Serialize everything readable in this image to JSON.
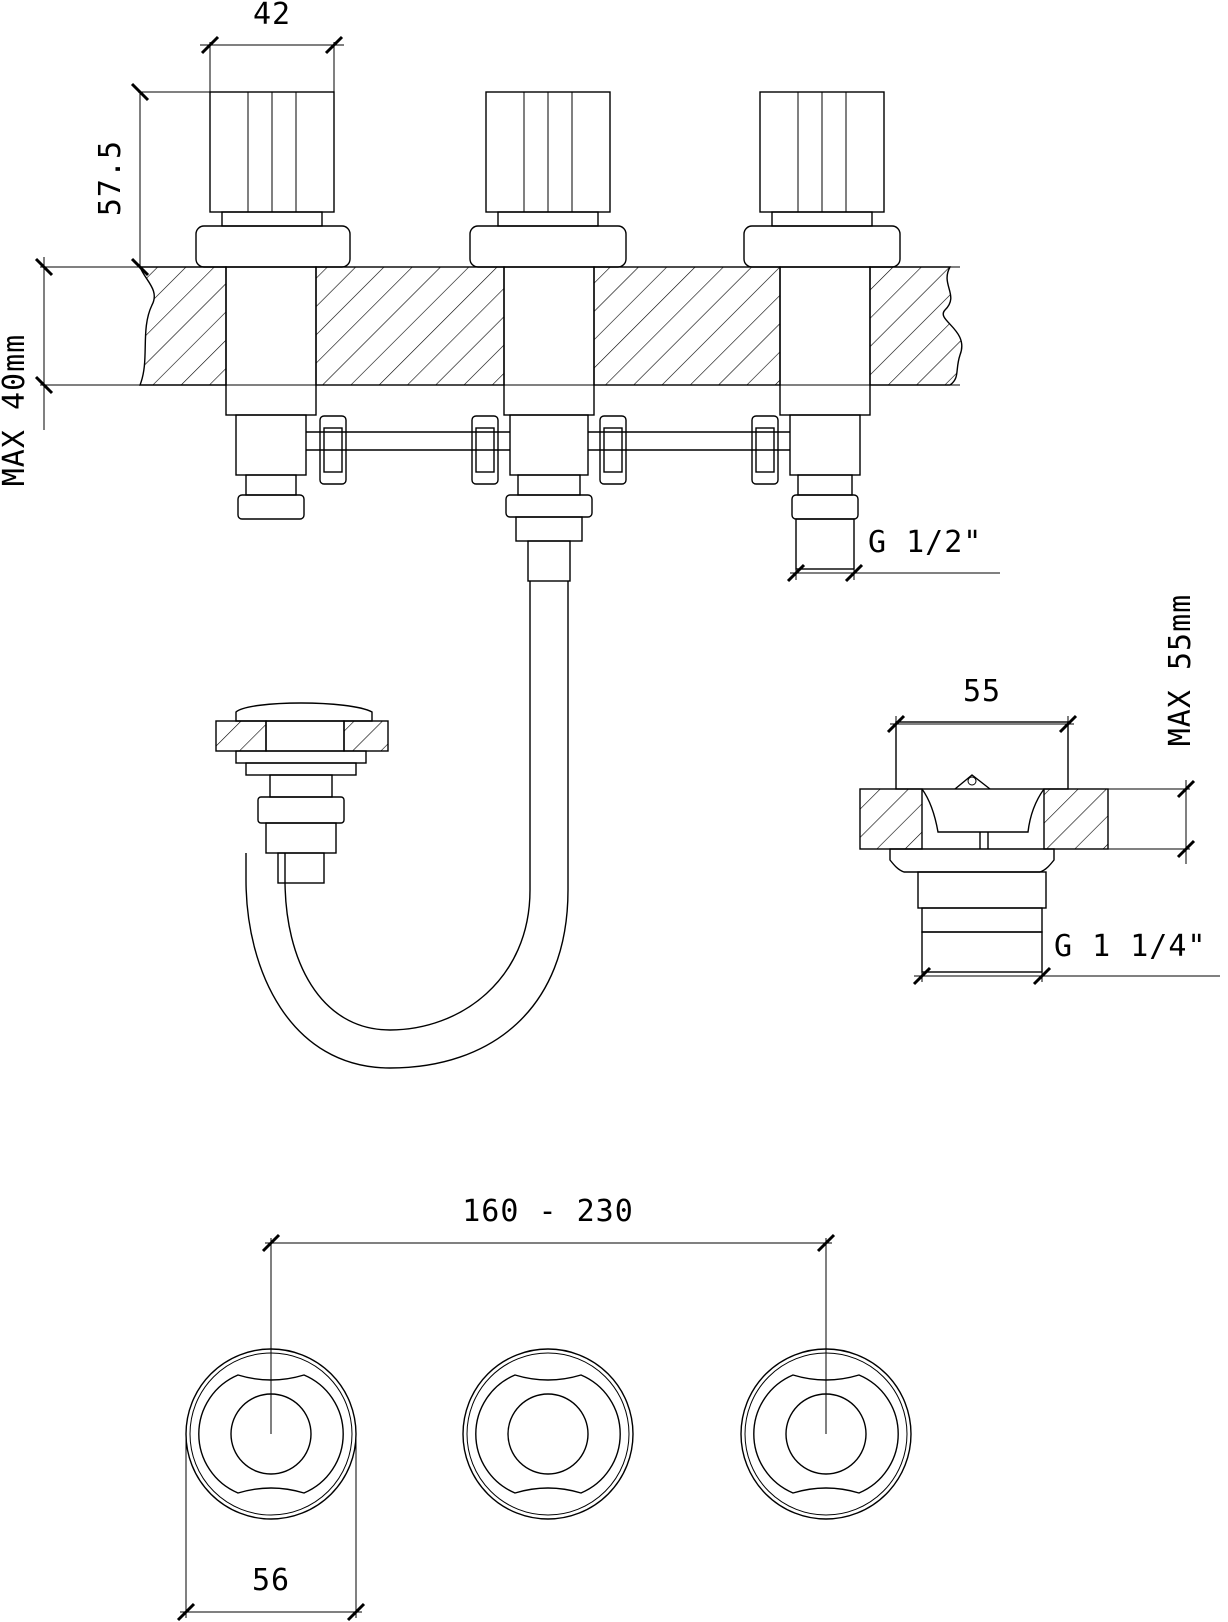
{
  "dimensions": {
    "knob_width": "42",
    "knob_height": "57.5",
    "deck_thickness": "MAX 40mm",
    "inlet_thread": "G 1/2\"",
    "drain_width": "55",
    "drain_max": "MAX 55mm",
    "drain_thread": "G 1 1/4\"",
    "spacing": "160 - 230",
    "rosette_diameter": "56"
  }
}
